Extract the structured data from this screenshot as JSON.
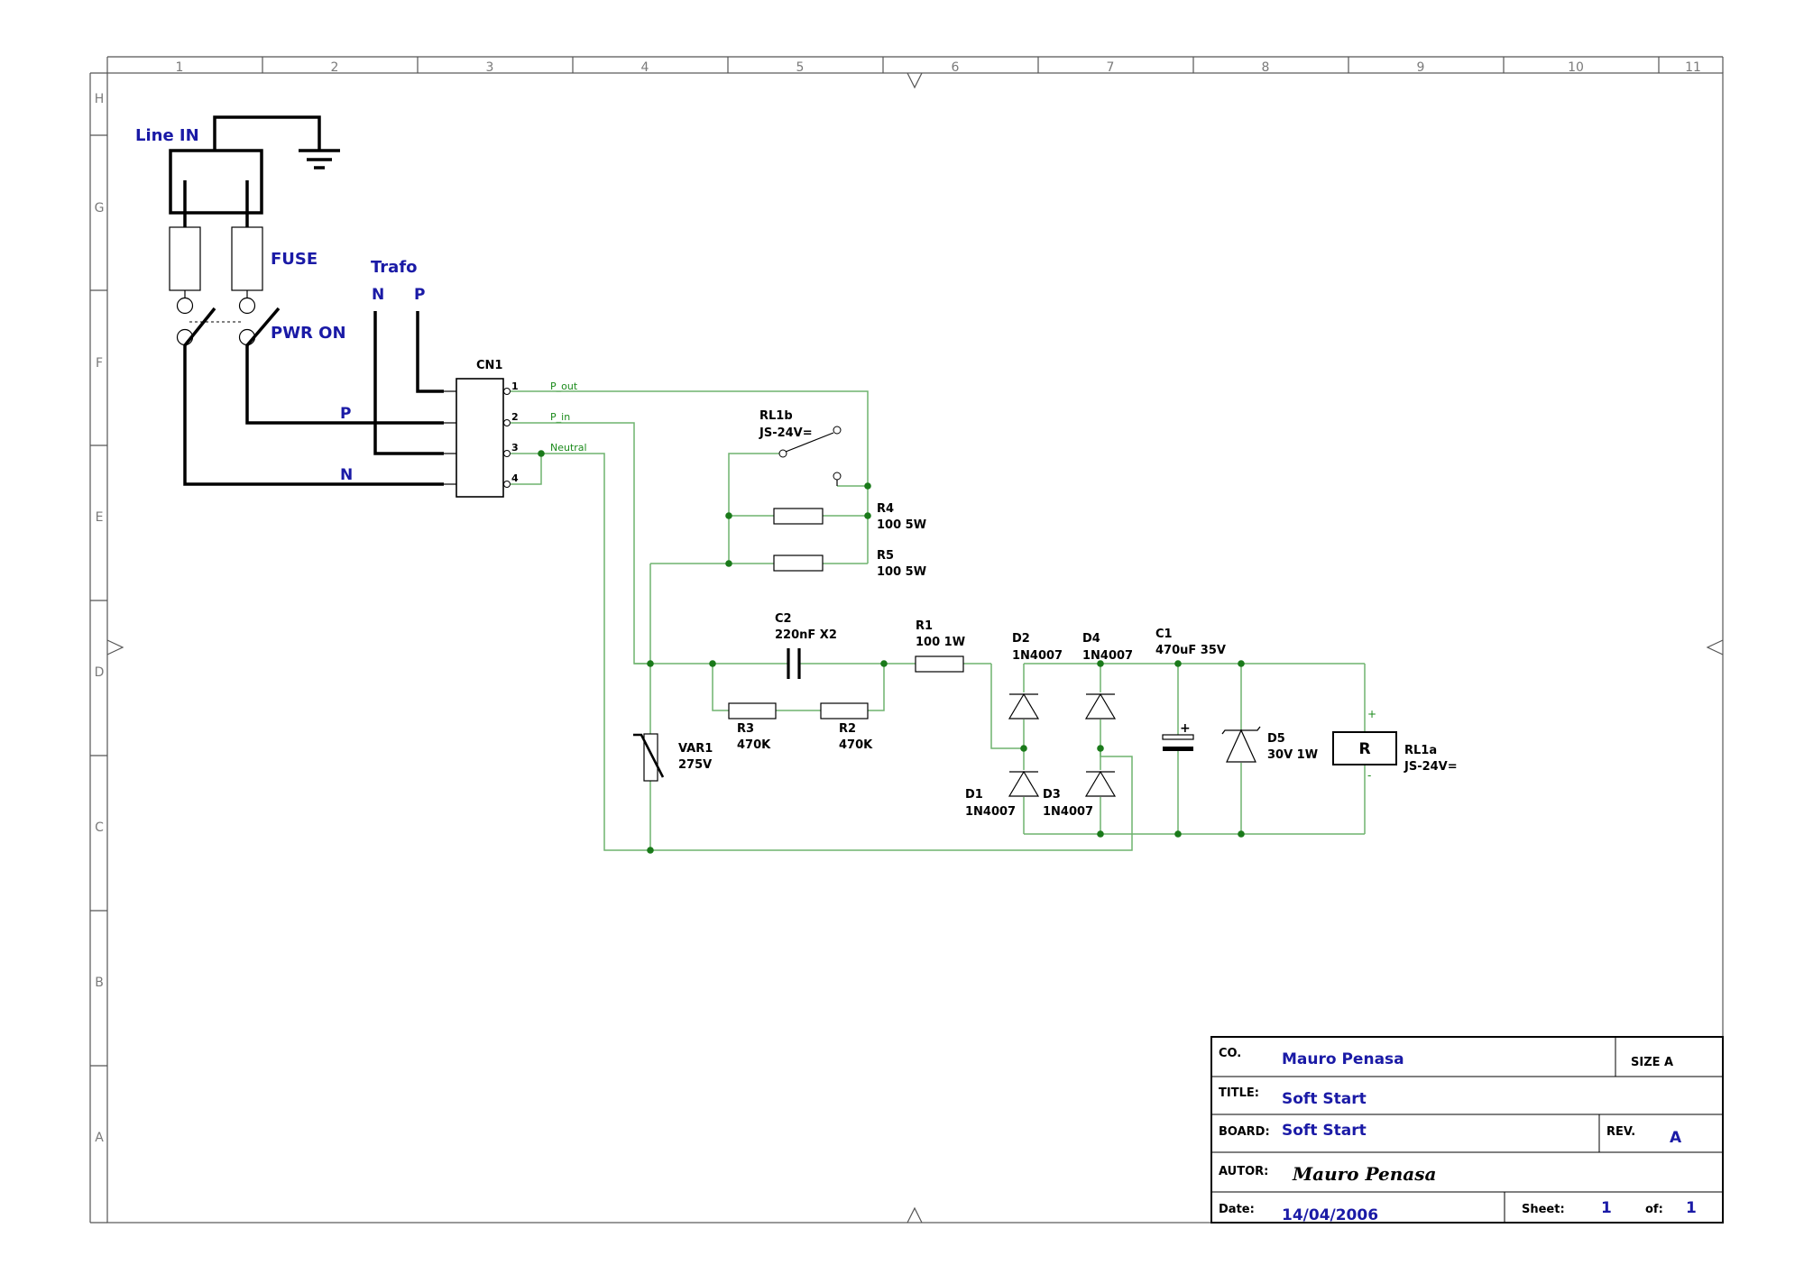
{
  "frame": {
    "columns": [
      "1",
      "2",
      "3",
      "4",
      "5",
      "6",
      "7",
      "8",
      "9",
      "10",
      "11"
    ],
    "rows": [
      "H",
      "G",
      "F",
      "E",
      "D",
      "C",
      "B",
      "A"
    ]
  },
  "labels": {
    "line_in": "Line IN",
    "fuse": "FUSE",
    "trafo": "Trafo",
    "trafo_n": "N",
    "trafo_p": "P",
    "pwr_on": "PWR ON",
    "wire_p": "P",
    "wire_n": "N"
  },
  "connector": {
    "ref": "CN1",
    "pins": [
      "1",
      "2",
      "3",
      "4"
    ],
    "nets": [
      "P_out",
      "P_in",
      "Neutral"
    ]
  },
  "components": {
    "rl1b": {
      "ref": "RL1b",
      "value": "JS-24V="
    },
    "r4": {
      "ref": "R4",
      "value": "100 5W"
    },
    "r5": {
      "ref": "R5",
      "value": "100 5W"
    },
    "c2": {
      "ref": "C2",
      "value": "220nF X2"
    },
    "r1": {
      "ref": "R1",
      "value": "100 1W"
    },
    "r3": {
      "ref": "R3",
      "value": "470K"
    },
    "r2": {
      "ref": "R2",
      "value": "470K"
    },
    "var1": {
      "ref": "VAR1",
      "value": "275V"
    },
    "d2": {
      "ref": "D2",
      "value": "1N4007"
    },
    "d4": {
      "ref": "D4",
      "value": "1N4007"
    },
    "d1": {
      "ref": "D1",
      "value": "1N4007"
    },
    "d3": {
      "ref": "D3",
      "value": "1N4007"
    },
    "c1": {
      "ref": "C1",
      "value": "470uF 35V",
      "polarity": "+"
    },
    "d5": {
      "ref": "D5",
      "value": "30V 1W"
    },
    "rl1a": {
      "ref": "RL1a",
      "value": "JS-24V=",
      "body": "R",
      "plus": "+",
      "minus": "-"
    }
  },
  "title_block": {
    "co_label": "CO.",
    "co_value": "Mauro Penasa",
    "size_label": "SIZE A",
    "title_label": "TITLE:",
    "title_value": "Soft Start",
    "board_label": "BOARD:",
    "board_value": "Soft Start",
    "rev_label": "REV.",
    "rev_value": "A",
    "autor_label": "AUTOR:",
    "autor_value": "Mauro Penasa",
    "date_label": "Date:",
    "date_value": "14/04/2006",
    "sheet_label": "Sheet:",
    "sheet_value": "1",
    "of_label": "of:",
    "of_value": "1"
  }
}
